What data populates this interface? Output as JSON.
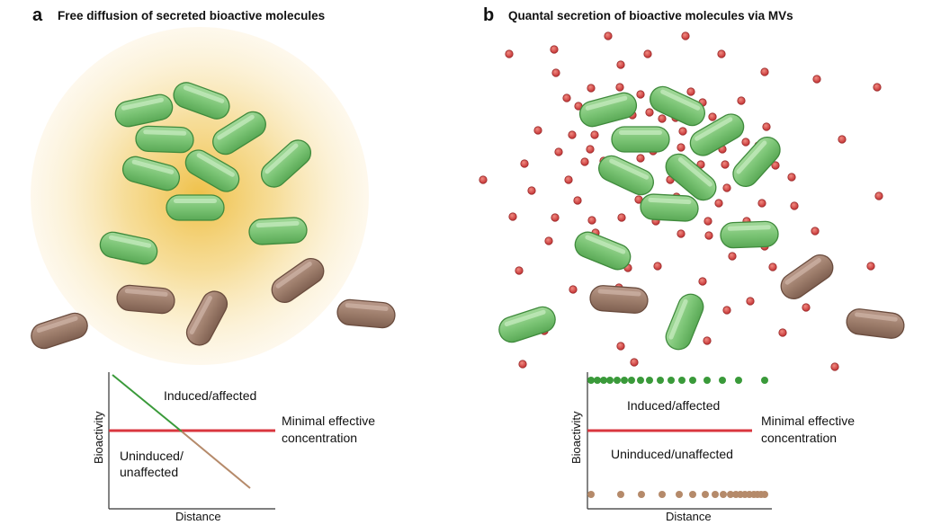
{
  "panel_a": {
    "letter": "a",
    "title": "Free diffusion of secreted bioactive molecules",
    "plot": {
      "y_axis_label": "Bioactivity",
      "x_axis_label": "Distance",
      "label_above": "Induced/affected",
      "label_below_line1": "Uninduced/",
      "label_below_line2": "unaffected",
      "threshold_line1": "Minimal effective",
      "threshold_line2": "concentration"
    }
  },
  "panel_b": {
    "letter": "b",
    "title": "Quantal secretion of bioactive molecules via MVs",
    "plot": {
      "y_axis_label": "Bioactivity",
      "x_axis_label": "Distance",
      "label_above": "Induced/affected",
      "label_below": "Uninduced/unaffected",
      "threshold_line1": "Minimal effective",
      "threshold_line2": "concentration"
    }
  },
  "colors": {
    "induced_cell": "#7cc576",
    "uninduced_cell": "#9e7e6c",
    "diffusion_glow": "#f0c24a",
    "vesicle": "#d9534f",
    "threshold_line": "#d9363e",
    "induced_trend": "#3a9a3a",
    "uninduced_trend": "#b58a6a",
    "axis": "#333333"
  }
}
